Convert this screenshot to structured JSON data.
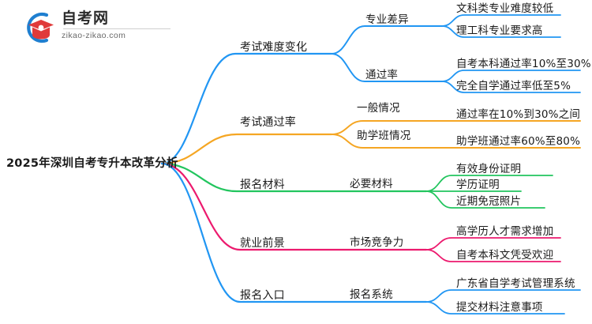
{
  "logo": {
    "name_cn": "自考网",
    "url": "zikao-zikao.com",
    "mark_icon": "graduation-cap-icon",
    "arc_color": "#1f7fd0",
    "cap_color": "#e03a3a"
  },
  "mindmap": {
    "root": {
      "label": "2025年深圳自考专升本改革分析"
    },
    "colors": {
      "blue": "#2196f3",
      "orange": "#f5a623",
      "green": "#22c55e",
      "pink": "#ec1a6e",
      "blue_bottom": "#2196f3"
    },
    "branches": [
      {
        "label": "考试难度变化",
        "color": "#2196f3",
        "children": [
          {
            "label": "专业差异",
            "leaves": [
              "文科类专业难度较低",
              "理工科专业要求高"
            ]
          },
          {
            "label": "通过率",
            "leaves": [
              "自考本科通过率10%至30%",
              "完全自学通过率低至5%"
            ]
          }
        ]
      },
      {
        "label": "考试通过率",
        "color": "#f5a623",
        "children": [
          {
            "label": "一般情况",
            "leaves": [
              "通过率在10%到30%之间"
            ]
          },
          {
            "label": "助学班情况",
            "leaves": [
              "助学班通过率60%至80%"
            ]
          }
        ]
      },
      {
        "label": "报名材料",
        "color": "#22c55e",
        "children": [
          {
            "label": "必要材料",
            "leaves": [
              "有效身份证明",
              "学历证明",
              "近期免冠照片"
            ]
          }
        ]
      },
      {
        "label": "就业前景",
        "color": "#ec1a6e",
        "children": [
          {
            "label": "市场竞争力",
            "leaves": [
              "高学历人才需求增加",
              "自考本科文凭受欢迎"
            ]
          }
        ]
      },
      {
        "label": "报名入口",
        "color": "#2196f3",
        "children": [
          {
            "label": "报名系统",
            "leaves": [
              "广东省自学考试管理系统",
              "提交材料注意事项"
            ]
          }
        ]
      }
    ]
  }
}
